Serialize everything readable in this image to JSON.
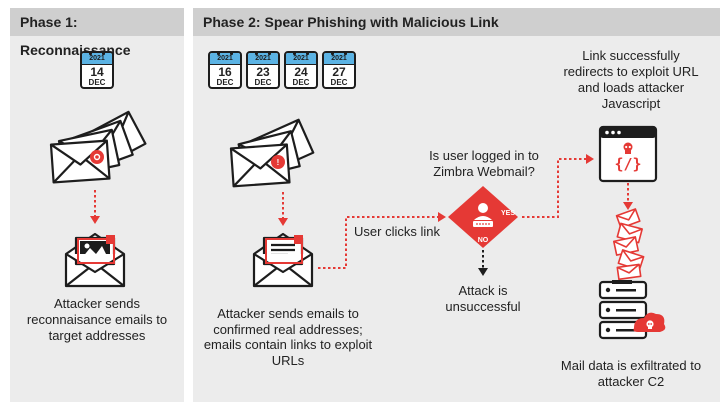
{
  "phase1": {
    "title": "Phase 1: Reconnaissance",
    "calendar": {
      "year": "2021",
      "day": "14",
      "month": "DEC"
    },
    "caption": "Attacker sends reconnaisance emails to target addresses"
  },
  "phase2": {
    "title": "Phase 2: Spear Phishing with Malicious Link",
    "calendars": [
      {
        "year": "2021",
        "day": "16",
        "month": "DEC"
      },
      {
        "year": "2021",
        "day": "23",
        "month": "DEC"
      },
      {
        "year": "2021",
        "day": "24",
        "month": "DEC"
      },
      {
        "year": "2021",
        "day": "27",
        "month": "DEC"
      }
    ],
    "emails_caption": "Attacker sends emails to confirmed real addresses; emails contain links to exploit URLs",
    "user_clicks": "User clicks link",
    "question": "Is user logged in to Zimbra Webmail?",
    "yes": "YES",
    "no": "NO",
    "unsuccessful": "Attack is unsuccessful",
    "redirect": "Link successfully redirects to exploit URL and loads attacker Javascript",
    "code_glyph": "{/}",
    "exfil": "Mail data is exfiltrated to attacker C2"
  },
  "colors": {
    "accent": "#e53935",
    "calendar_header": "#5bb3e4",
    "panel": "#ececec",
    "panel_header": "#cfcfcf"
  }
}
